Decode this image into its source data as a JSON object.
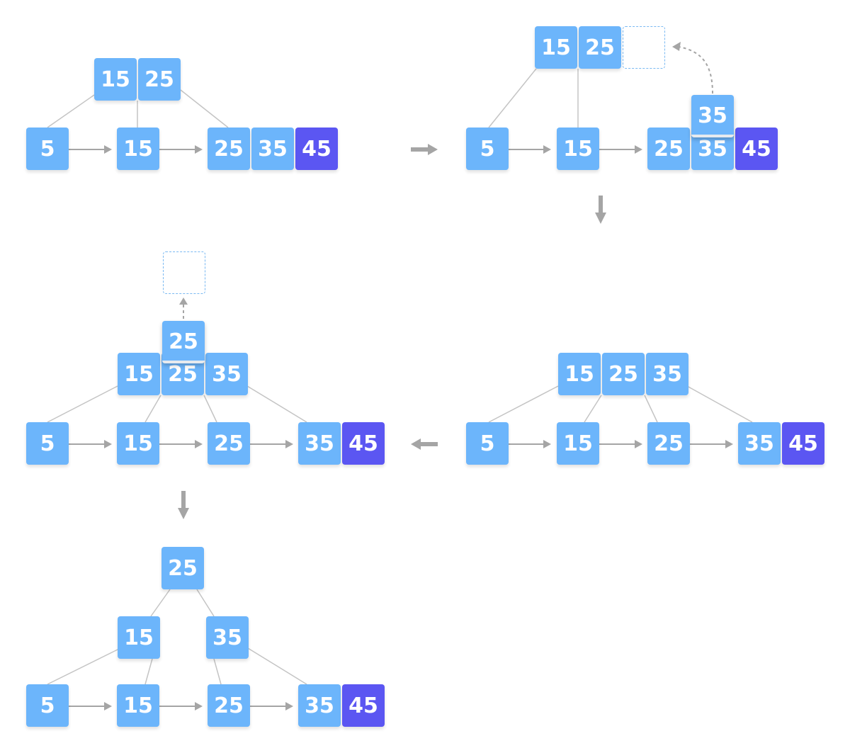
{
  "colors": {
    "node": "#6cb5fb",
    "inserted": "#5b56f2",
    "edge": "#c4c4c4",
    "arrow": "#a5a5a5",
    "empty_slot": "#7ab9f2"
  },
  "stages": [
    {
      "internal": [
        [
          "15",
          "25"
        ]
      ],
      "leaves": [
        [
          "5"
        ],
        [
          "15"
        ],
        [
          "25",
          "35",
          "45"
        ]
      ],
      "inserted": "45"
    },
    {
      "internal": [
        [
          "15",
          "25"
        ]
      ],
      "leaves": [
        [
          "5"
        ],
        [
          "15"
        ],
        [
          "25",
          "35",
          "45"
        ]
      ],
      "promoted": "35",
      "inserted": "45"
    },
    {
      "internal": [
        [
          "15",
          "25",
          "35"
        ]
      ],
      "leaves": [
        [
          "5"
        ],
        [
          "15"
        ],
        [
          "25"
        ],
        [
          "35",
          "45"
        ]
      ],
      "inserted": "45"
    },
    {
      "internal": [
        [
          "15",
          "25",
          "35"
        ]
      ],
      "leaves": [
        [
          "5"
        ],
        [
          "15"
        ],
        [
          "25"
        ],
        [
          "35",
          "45"
        ]
      ],
      "promoted": "25",
      "inserted": "45"
    },
    {
      "root": [
        "25"
      ],
      "internal": [
        [
          "15"
        ],
        [
          "35"
        ]
      ],
      "leaves": [
        [
          "5"
        ],
        [
          "15"
        ],
        [
          "25"
        ],
        [
          "35",
          "45"
        ]
      ],
      "inserted": "45"
    }
  ]
}
